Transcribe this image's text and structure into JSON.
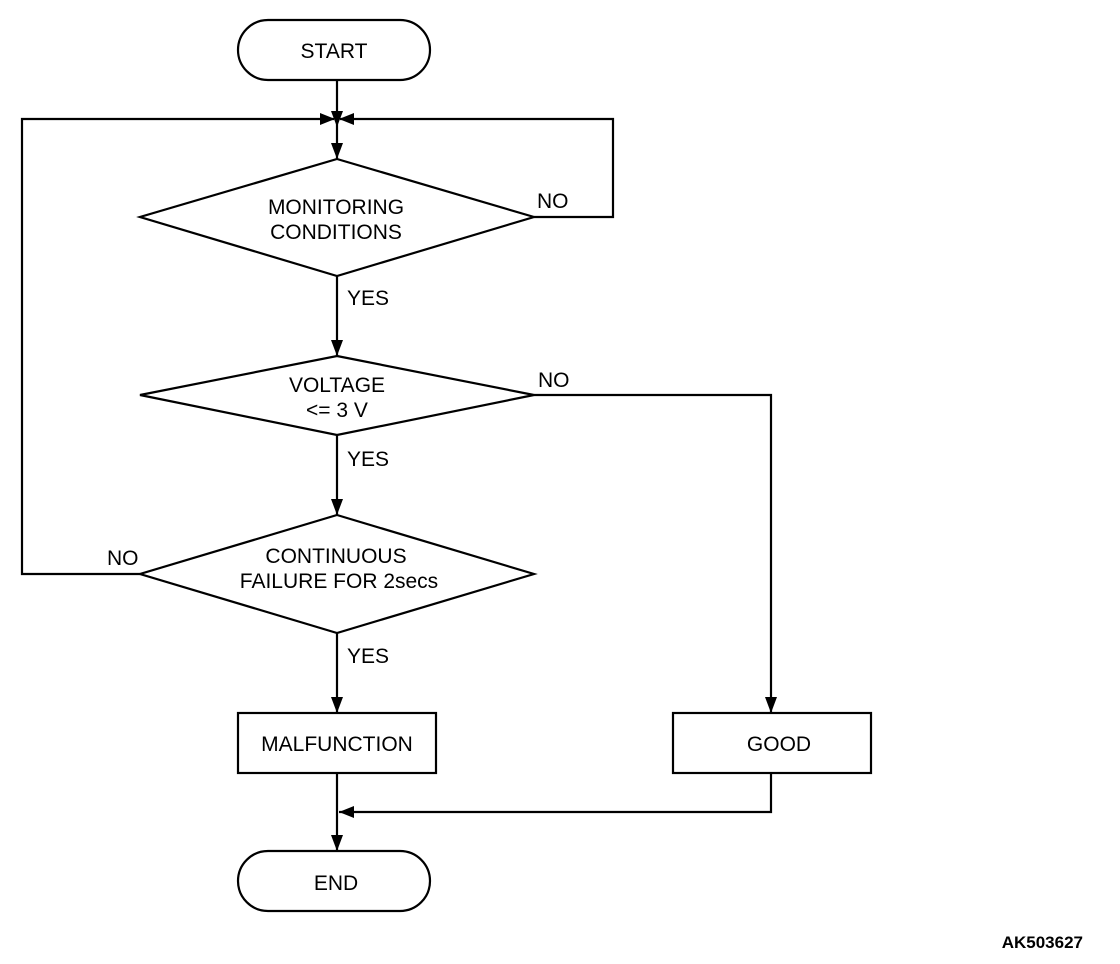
{
  "nodes": {
    "start": "START",
    "monitoring_line1": "MONITORING",
    "monitoring_line2": "CONDITIONS",
    "voltage_line1": "VOLTAGE",
    "voltage_line2": "<= 3 V",
    "continuous_line1": "CONTINUOUS",
    "continuous_line2": "FAILURE FOR 2secs",
    "malfunction": "MALFUNCTION",
    "good": "GOOD",
    "end": "END"
  },
  "edges": {
    "monitoring_no": "NO",
    "monitoring_yes": "YES",
    "voltage_no": "NO",
    "voltage_yes": "YES",
    "continuous_no": "NO",
    "continuous_yes": "YES"
  },
  "figure_id": "AK503627"
}
